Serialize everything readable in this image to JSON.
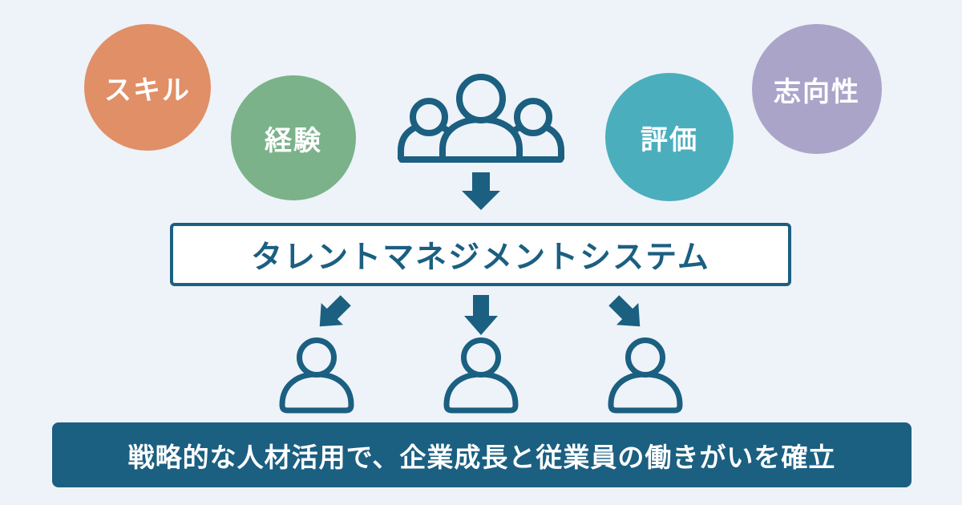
{
  "diagram_title_context": "タレントマネジメントシステム",
  "colors": {
    "background": "#EDF3F8",
    "dark_teal": "#1B5F81",
    "white": "#FFFFFF",
    "circle_skill": "#E08F67",
    "circle_experience": "#7BB28A",
    "circle_evaluation": "#4BAEBD",
    "circle_orientation": "#ABA4C9"
  },
  "input_circles": [
    {
      "id": "skill",
      "label": "スキル",
      "color": "#E08F67"
    },
    {
      "id": "experience",
      "label": "経験",
      "color": "#7BB28A"
    },
    {
      "id": "evaluation",
      "label": "評価",
      "color": "#4BAEBD"
    },
    {
      "id": "orientation",
      "label": "志向性",
      "color": "#ABA4C9"
    }
  ],
  "system_box": {
    "label": "タレントマネジメントシステム"
  },
  "banner": {
    "text": "戦略的な人材活用で、企業成長と従業員の働きがいを確立"
  },
  "icons": {
    "group": "people-group-icon",
    "person": "person-icon",
    "arrow_down": "arrow-down-icon",
    "arrow_down_left": "arrow-down-left-icon",
    "arrow_down_right": "arrow-down-right-icon"
  }
}
